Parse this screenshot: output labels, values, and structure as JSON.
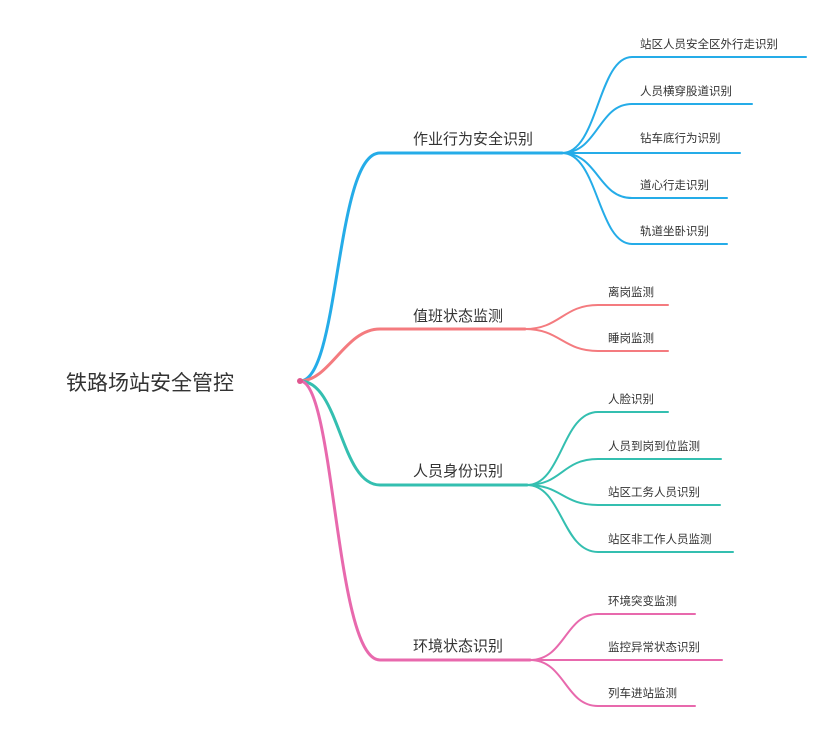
{
  "root": {
    "label": "铁路场站安全管控"
  },
  "branches": [
    {
      "label": "作业行为安全识别",
      "color": "#25ace8",
      "children": [
        "站区人员安全区外行走识别",
        "人员横穿股道识别",
        "钻车底行为识别",
        "道心行走识别",
        "轨道坐卧识别"
      ]
    },
    {
      "label": "值班状态监测",
      "color": "#f47b7f",
      "children": [
        "离岗监测",
        "睡岗监测"
      ]
    },
    {
      "label": "人员身份识别",
      "color": "#34bfb0",
      "children": [
        "人脸识别",
        "人员到岗到位监测",
        "站区工务人员识别",
        "站区非工作人员监测"
      ]
    },
    {
      "label": "环境状态识别",
      "color": "#e869ad",
      "children": [
        "环境突变监测",
        "监控异常状态识别",
        "列车进站监测"
      ]
    }
  ]
}
